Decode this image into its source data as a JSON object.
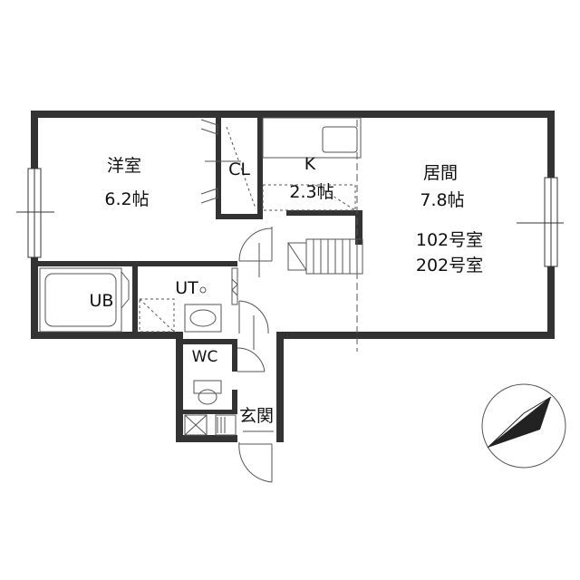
{
  "rooms": {
    "western_room": {
      "name": "洋室",
      "size": "6.2帖"
    },
    "closet": {
      "name": "CL"
    },
    "kitchen": {
      "name": "K",
      "size": "2.3帖"
    },
    "living": {
      "name": "居間",
      "size": "7.8帖"
    },
    "unit_bath": {
      "name": "UB"
    },
    "utility": {
      "name": "UT"
    },
    "toilet": {
      "name": "WC"
    },
    "entrance": {
      "name": "玄関"
    }
  },
  "units": [
    "102号室",
    "202号室"
  ],
  "colors": {
    "wall": "#333333",
    "line": "#555555",
    "background": "#ffffff"
  },
  "icons": {
    "compass": "north-arrow-icon"
  }
}
